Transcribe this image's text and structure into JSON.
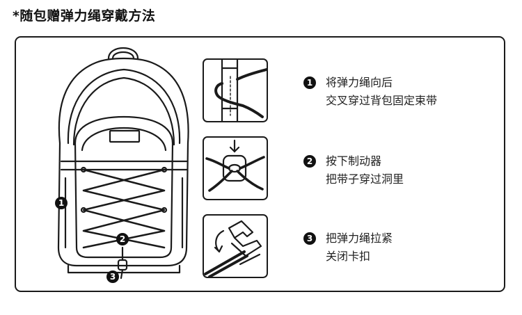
{
  "title": "*随包赠弹力绳穿戴方法",
  "backpack_markers": [
    "1",
    "2",
    "3"
  ],
  "steps": [
    {
      "num": "1",
      "line1": "将弹力绳向后",
      "line2": "交叉穿过背包固定束带"
    },
    {
      "num": "2",
      "line1": "按下制动器",
      "line2": "把带子穿过洞里"
    },
    {
      "num": "3",
      "line1": "把弹力绳拉紧",
      "line2": "关闭卡扣"
    }
  ],
  "icons": [
    "backpack-illustration",
    "strap-threading-illustration",
    "cord-lock-illustration",
    "buckle-closing-illustration"
  ],
  "colors": {
    "line": "#1a1a1a",
    "background": "#ffffff"
  }
}
